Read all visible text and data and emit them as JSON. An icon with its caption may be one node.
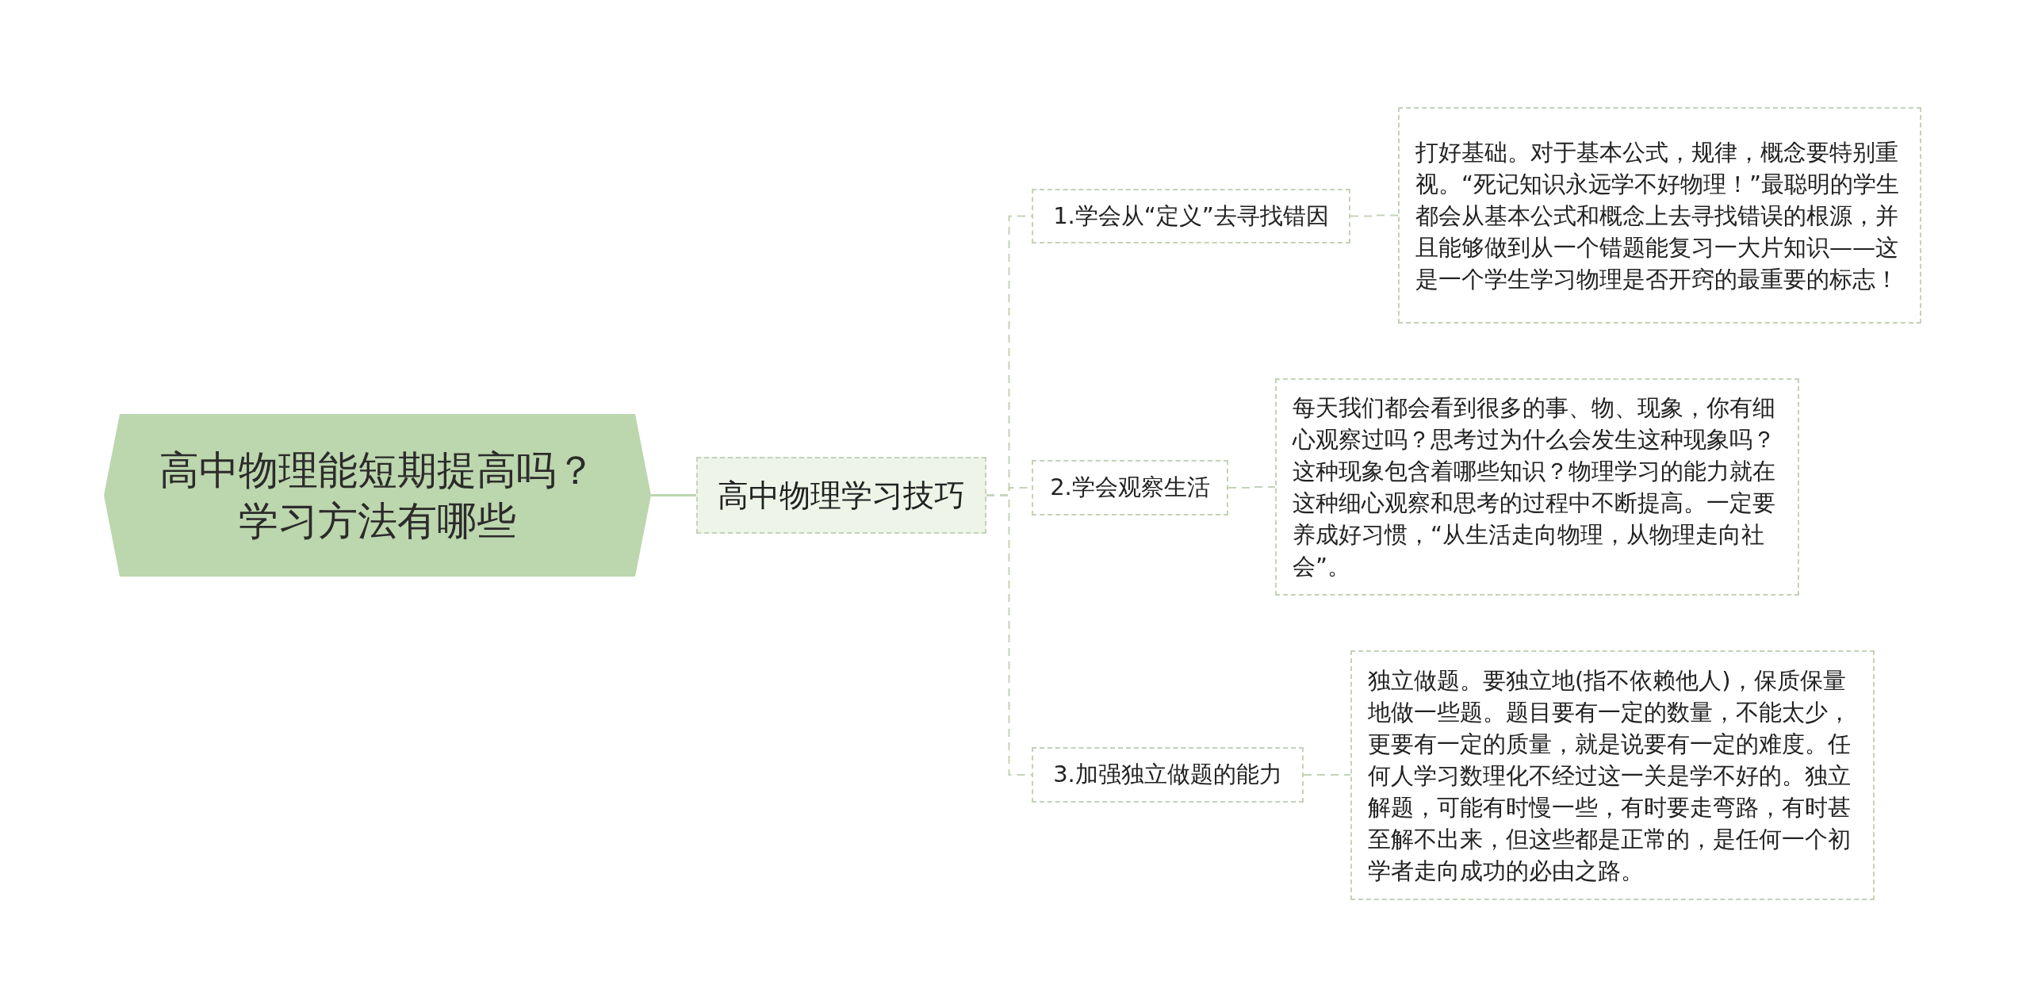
{
  "diagram": {
    "nodes": [
      {
        "text": [
          "高中物理能短期提高吗？学习方法有哪些"
        ]
      },
      {
        "text": [
          "高中物理学习技巧"
        ]
      },
      {
        "text": [
          "1.学会从“定义”去寻找错因"
        ]
      },
      {
        "text": [
          "打好基础。对于基本公式，规律，概念要特别重视。“死记知识永远学不好物理！”最聪明的学生都会从基本公式和概念上去寻找错误的根源，并且能够做到从一个错题能复习一大片知识——这是一个学生学习物理是否开窍的最重要的标志！"
        ]
      },
      {
        "text": [
          "2.学会观察生活"
        ]
      },
      {
        "text": [
          "每天我们都会看到很多的事、物、现象，你有细心观察过吗？思考过为什么会发生这种现象吗？这种现象包含着哪些知识？物理学习的能力就在这种细心观察和思考的过程中不断提高。一定要养成好习惯，“从生活走向物理，从物理走向社会”。"
        ]
      },
      {
        "text": [
          "3.加强独立做题的能力"
        ]
      },
      {
        "text": [
          "独立做题。要独立地(指不依赖他人)，保质保量地做一些题。题目要有一定的数量，不能太少，更要有一定的质量，就是说要有一定的难度。任何人学习数理化不经过这一关是学不好的。独立解题，可能有时慢一些，有时要走弯路，有时甚至解不出来，但这些都是正常的，是任何一个初学者走向成功的必由之路。"
        ]
      }
    ],
    "edges": [
      {
        "from": 0,
        "to": 1,
        "arrow": "none"
      },
      {
        "from": 1,
        "to": 2,
        "arrow": "none",
        "style": "dashed"
      },
      {
        "from": 1,
        "to": 4,
        "arrow": "none",
        "style": "dashed"
      },
      {
        "from": 1,
        "to": 6,
        "arrow": "none",
        "style": "dashed"
      },
      {
        "from": 2,
        "to": 3,
        "arrow": "none",
        "style": "dashed"
      },
      {
        "from": 4,
        "to": 5,
        "arrow": "none",
        "style": "dashed"
      },
      {
        "from": 6,
        "to": 7,
        "arrow": "none",
        "style": "dashed"
      }
    ]
  }
}
